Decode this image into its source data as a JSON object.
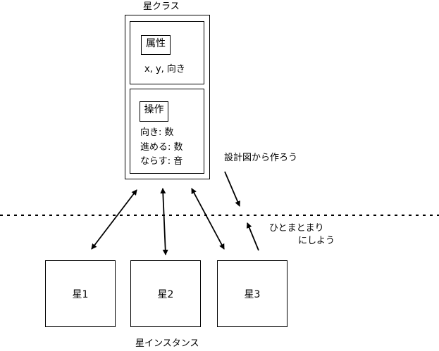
{
  "class_title": "星クラス",
  "attributes": {
    "heading": "属性",
    "lines": [
      "x, y, 向き"
    ]
  },
  "operations": {
    "heading": "操作",
    "lines": [
      "向き: 数",
      "進める: 数",
      "ならす: 音"
    ]
  },
  "notes": {
    "design": "設計図から作ろう",
    "stamp_line1": "ひとまとまり",
    "stamp_line2": "にしよう"
  },
  "instances": [
    "星1",
    "星2",
    "星3"
  ],
  "instances_caption": "星インスタンス"
}
